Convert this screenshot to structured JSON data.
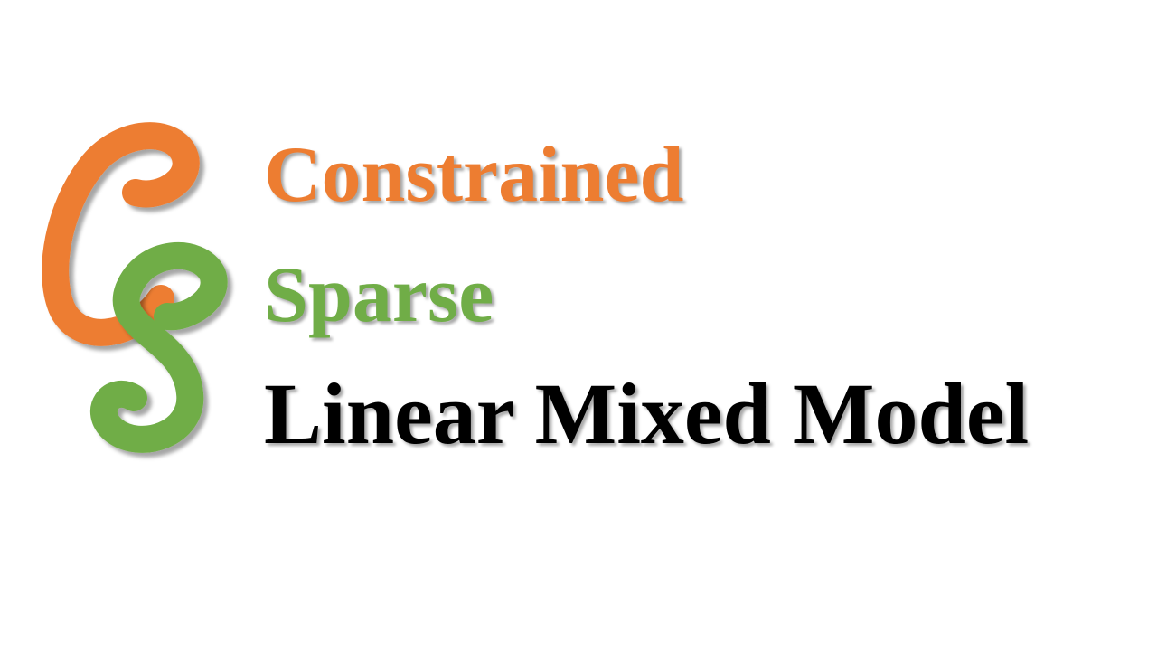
{
  "title_lines": [
    {
      "text": "Constrained",
      "color": "#ED7D31"
    },
    {
      "text": "Sparse",
      "color": "#70AD47"
    },
    {
      "text": "Linear Mixed Model",
      "color": "#000000"
    }
  ],
  "logo": {
    "letters": [
      "C",
      "S"
    ],
    "colors": {
      "c": "#ED7D31",
      "s": "#70AD47"
    }
  }
}
